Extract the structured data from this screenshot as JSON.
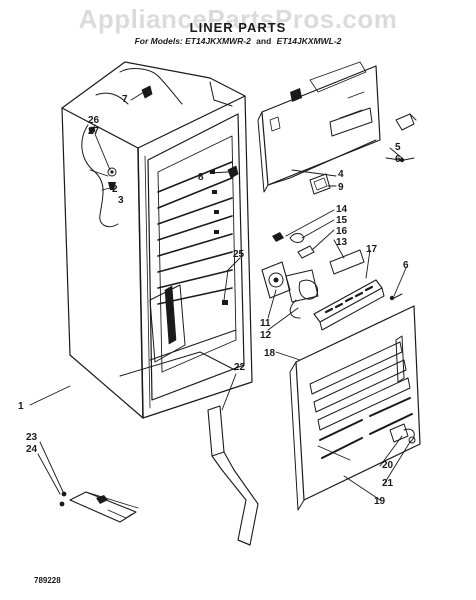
{
  "watermark": "AppliancePartsPros.com",
  "title": "LINER PARTS",
  "subtitle": {
    "prefix": "For Models:",
    "model_a": "ET14JKXMWR-2",
    "joiner": "and",
    "model_b": "ET14JKXMWL-2"
  },
  "callouts": {
    "c1": "1",
    "c2": "2",
    "c3": "3",
    "c4": "4",
    "c5": "5",
    "c6a": "6",
    "c6b": "6",
    "c7": "7",
    "c8": "8",
    "c9": "9",
    "c11": "11",
    "c12": "12",
    "c13": "13",
    "c14": "14",
    "c15": "15",
    "c16": "16",
    "c17": "17",
    "c18": "18",
    "c19": "19",
    "c20": "20",
    "c21": "21",
    "c22": "22",
    "c23": "23",
    "c24": "24",
    "c25": "25",
    "c26": "26",
    "c27": "27"
  },
  "catalog_number": "789228"
}
